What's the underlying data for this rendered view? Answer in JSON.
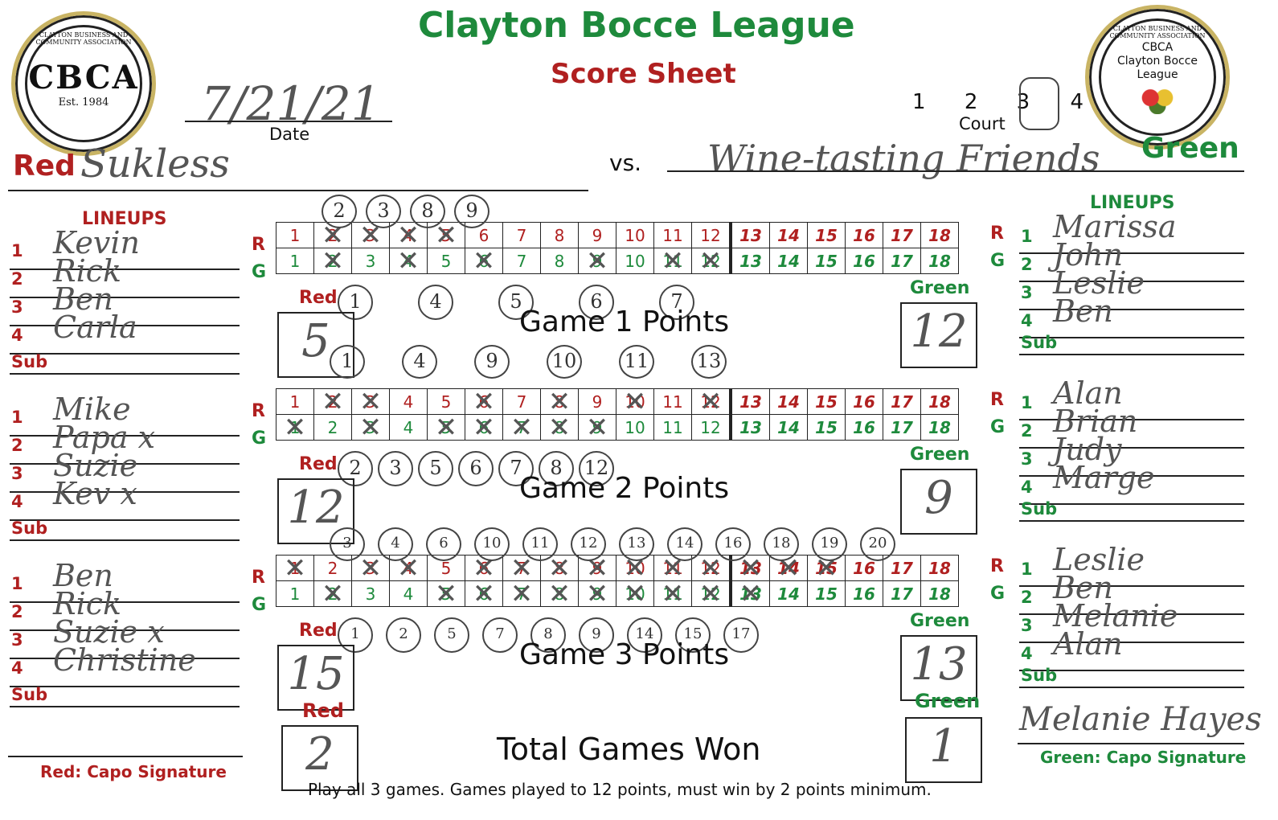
{
  "header": {
    "title": "Clayton Bocce League",
    "subtitle": "Score Sheet",
    "date_value": "7/21/21",
    "date_label": "Date",
    "court_numbers": [
      "1",
      "2",
      "3",
      "4"
    ],
    "court_label": "Court",
    "vs": "vs.",
    "red_label": "Red",
    "red_team": "Sukless",
    "green_label": "Green",
    "green_team": "Wine-tasting Friends"
  },
  "logo_left": {
    "name": "CBCA",
    "est": "Est. 1984",
    "ring_text": "CLAYTON BUSINESS AND COMMUNITY ASSOCIATION"
  },
  "logo_right": {
    "line1": "CBCA",
    "line2": "Clayton Bocce",
    "line3": "League",
    "ring_text": "CLAYTON BUSINESS AND COMMUNITY ASSOCIATION"
  },
  "labels": {
    "lineups": "LINEUPS",
    "sub": "Sub",
    "r": "R",
    "g": "G",
    "red": "Red",
    "green": "Green",
    "red_sig": "Red: Capo Signature",
    "green_sig": "Green: Capo Signature",
    "total": "Total Games Won",
    "footer": "Play all 3 games. Games played to 12 points, must win by 2 points minimum.",
    "nums": [
      "1",
      "2",
      "3",
      "4"
    ]
  },
  "grid_numbers": [
    "1",
    "2",
    "3",
    "4",
    "5",
    "6",
    "7",
    "8",
    "9",
    "10",
    "11",
    "12",
    "13",
    "14",
    "15",
    "16",
    "17",
    "18"
  ],
  "games": [
    {
      "label": "Game 1 Points",
      "red_points": "5",
      "green_points": "12",
      "red_lineup": [
        "Kevin",
        "Rick",
        "Ben",
        "Carla"
      ],
      "green_lineup": [
        "Marissa",
        "John",
        "Leslie",
        "Ben"
      ],
      "red_crossed": [
        2,
        3,
        4,
        5
      ],
      "green_crossed": [
        2,
        4,
        6,
        9,
        11,
        12
      ],
      "red_circles": [
        "2",
        "3",
        "8",
        "9"
      ],
      "green_circles": [
        "1",
        "4",
        "5",
        "6",
        "7"
      ]
    },
    {
      "label": "Game 2 Points",
      "red_points": "12",
      "green_points": "9",
      "red_lineup": [
        "Mike",
        "Papa x",
        "Suzie",
        "Kev x"
      ],
      "green_lineup": [
        "Alan",
        "Brian",
        "Judy",
        "Marge"
      ],
      "red_crossed": [
        2,
        3,
        6,
        8,
        10,
        12
      ],
      "green_crossed": [
        1,
        3,
        5,
        6,
        7,
        8,
        9
      ],
      "red_circles": [
        "1",
        "4",
        "9",
        "10",
        "11",
        "13"
      ],
      "green_circles": [
        "2",
        "3",
        "5",
        "6",
        "7",
        "8",
        "12"
      ]
    },
    {
      "label": "Game 3 Points",
      "red_points": "15",
      "green_points": "13",
      "red_lineup": [
        "Ben",
        "Rick",
        "Suzie x",
        "Christine"
      ],
      "green_lineup": [
        "Leslie",
        "Ben",
        "Melanie",
        "Alan"
      ],
      "red_crossed": [
        1,
        3,
        4,
        6,
        7,
        8,
        9,
        10,
        11,
        12,
        13,
        14,
        15
      ],
      "green_crossed": [
        2,
        5,
        6,
        7,
        8,
        9,
        10,
        11,
        12,
        13
      ],
      "red_circles": [
        "3",
        "4",
        "6",
        "10",
        "11",
        "12",
        "13",
        "14",
        "16",
        "18",
        "19",
        "20"
      ],
      "green_circles": [
        "1",
        "2",
        "5",
        "7",
        "8",
        "9",
        "14",
        "15",
        "17"
      ]
    }
  ],
  "totals": {
    "red": "2",
    "green": "1"
  },
  "signature_green": "Melanie Hayes"
}
